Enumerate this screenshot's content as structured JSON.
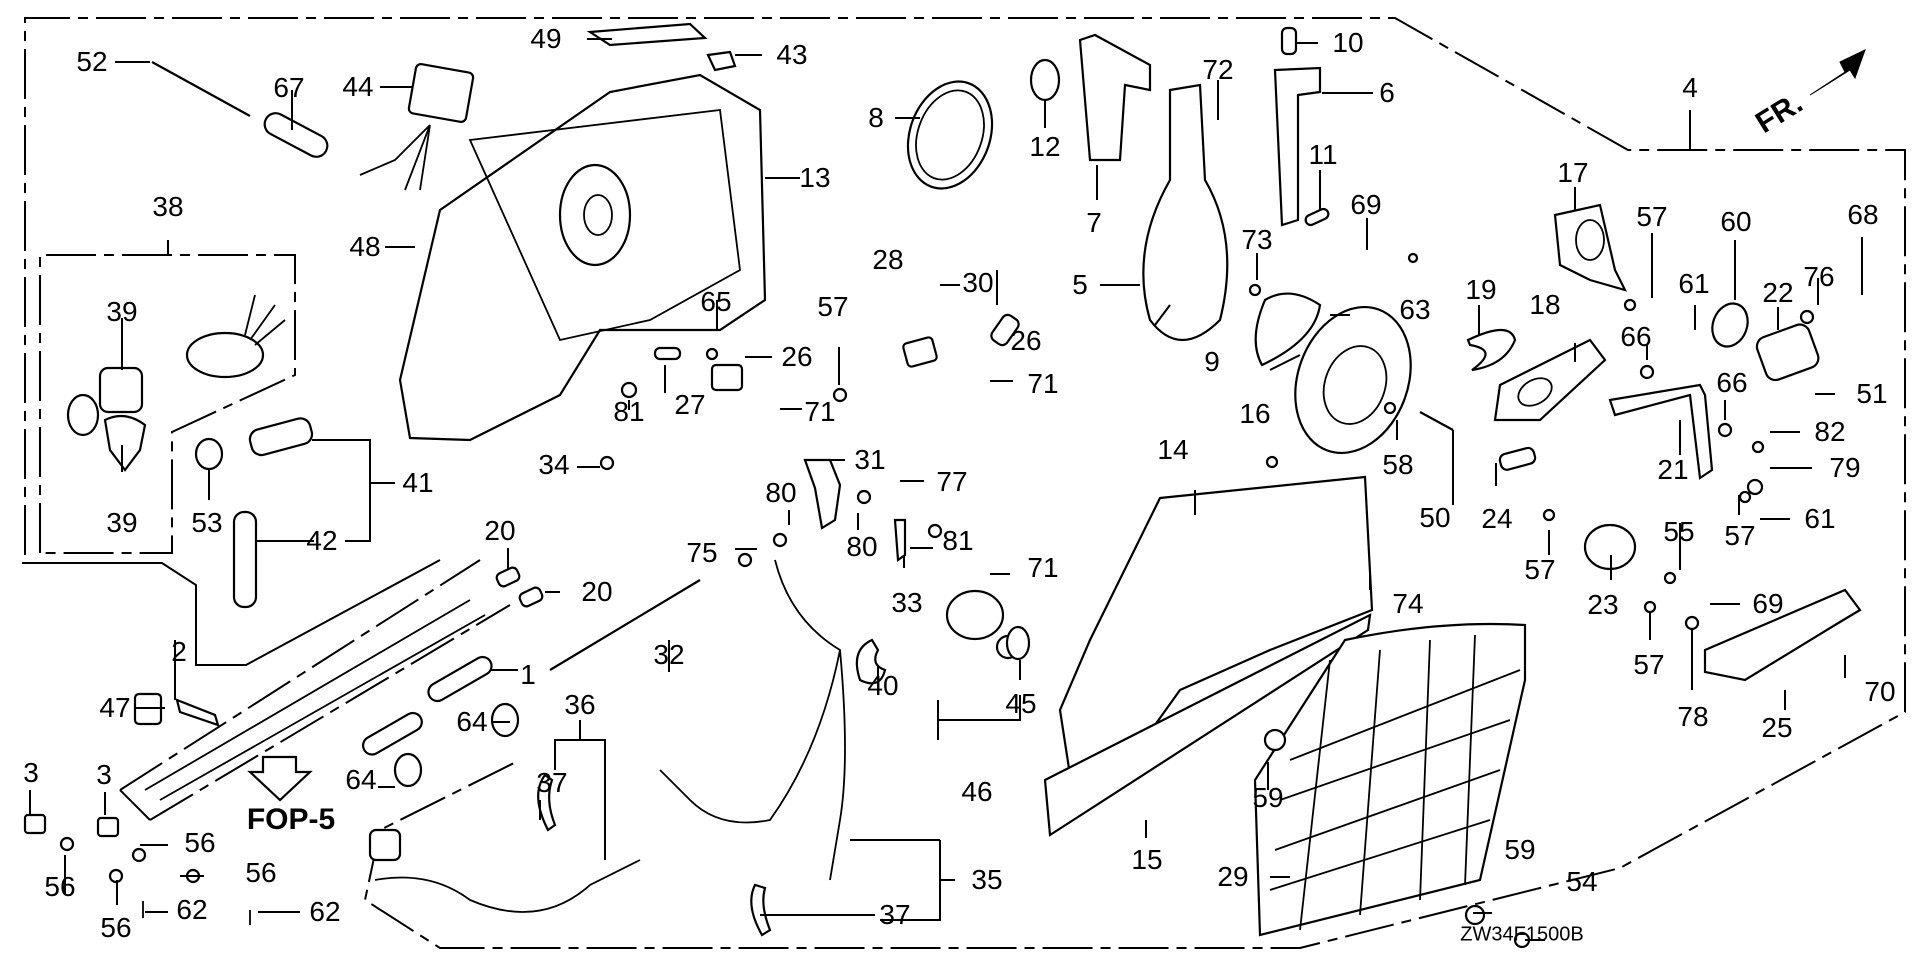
{
  "diagram": {
    "title_code": "ZW34F1500B",
    "reference": "FOP-5",
    "direction_marker": "FR.",
    "icons": {
      "reference_arrow": "down-outline-arrow-icon",
      "direction_arrow": "solid-arrow-icon"
    },
    "callouts": [
      {
        "id": "52",
        "label": "52"
      },
      {
        "id": "67",
        "label": "67"
      },
      {
        "id": "44",
        "label": "44"
      },
      {
        "id": "49",
        "label": "49"
      },
      {
        "id": "43",
        "label": "43"
      },
      {
        "id": "13",
        "label": "13"
      },
      {
        "id": "48",
        "label": "48"
      },
      {
        "id": "38",
        "label": "38"
      },
      {
        "id": "39a",
        "label": "39"
      },
      {
        "id": "39b",
        "label": "39"
      },
      {
        "id": "53",
        "label": "53"
      },
      {
        "id": "41",
        "label": "41"
      },
      {
        "id": "42",
        "label": "42"
      },
      {
        "id": "8",
        "label": "8"
      },
      {
        "id": "12",
        "label": "12"
      },
      {
        "id": "7",
        "label": "7"
      },
      {
        "id": "72",
        "label": "72"
      },
      {
        "id": "10",
        "label": "10"
      },
      {
        "id": "6",
        "label": "6"
      },
      {
        "id": "11",
        "label": "11"
      },
      {
        "id": "69a",
        "label": "69"
      },
      {
        "id": "5",
        "label": "5"
      },
      {
        "id": "73",
        "label": "73"
      },
      {
        "id": "4",
        "label": "4"
      },
      {
        "id": "17",
        "label": "17"
      },
      {
        "id": "57a",
        "label": "57"
      },
      {
        "id": "60",
        "label": "60"
      },
      {
        "id": "68",
        "label": "68"
      },
      {
        "id": "76",
        "label": "76"
      },
      {
        "id": "61a",
        "label": "61"
      },
      {
        "id": "22",
        "label": "22"
      },
      {
        "id": "19",
        "label": "19"
      },
      {
        "id": "18",
        "label": "18"
      },
      {
        "id": "66a",
        "label": "66"
      },
      {
        "id": "66b",
        "label": "66"
      },
      {
        "id": "51",
        "label": "51"
      },
      {
        "id": "82",
        "label": "82"
      },
      {
        "id": "79",
        "label": "79"
      },
      {
        "id": "21",
        "label": "21"
      },
      {
        "id": "61b",
        "label": "61"
      },
      {
        "id": "57b",
        "label": "57"
      },
      {
        "id": "24",
        "label": "24"
      },
      {
        "id": "57c",
        "label": "57"
      },
      {
        "id": "23",
        "label": "23"
      },
      {
        "id": "55",
        "label": "55"
      },
      {
        "id": "69b",
        "label": "69"
      },
      {
        "id": "57d",
        "label": "57"
      },
      {
        "id": "78",
        "label": "78"
      },
      {
        "id": "25",
        "label": "25"
      },
      {
        "id": "70",
        "label": "70"
      },
      {
        "id": "28",
        "label": "28"
      },
      {
        "id": "30",
        "label": "30"
      },
      {
        "id": "65",
        "label": "65"
      },
      {
        "id": "57e",
        "label": "57"
      },
      {
        "id": "26a",
        "label": "26"
      },
      {
        "id": "26b",
        "label": "26"
      },
      {
        "id": "27",
        "label": "27"
      },
      {
        "id": "81a",
        "label": "81"
      },
      {
        "id": "71a",
        "label": "71"
      },
      {
        "id": "71b",
        "label": "71"
      },
      {
        "id": "9",
        "label": "9"
      },
      {
        "id": "63",
        "label": "63"
      },
      {
        "id": "16",
        "label": "16"
      },
      {
        "id": "58",
        "label": "58"
      },
      {
        "id": "50",
        "label": "50"
      },
      {
        "id": "14",
        "label": "14"
      },
      {
        "id": "74",
        "label": "74"
      },
      {
        "id": "34",
        "label": "34"
      },
      {
        "id": "31",
        "label": "31"
      },
      {
        "id": "77",
        "label": "77"
      },
      {
        "id": "80a",
        "label": "80"
      },
      {
        "id": "80b",
        "label": "80"
      },
      {
        "id": "75",
        "label": "75"
      },
      {
        "id": "33",
        "label": "33"
      },
      {
        "id": "81b",
        "label": "81"
      },
      {
        "id": "71c",
        "label": "71"
      },
      {
        "id": "20a",
        "label": "20"
      },
      {
        "id": "20b",
        "label": "20"
      },
      {
        "id": "32",
        "label": "32"
      },
      {
        "id": "40",
        "label": "40"
      },
      {
        "id": "45",
        "label": "45"
      },
      {
        "id": "46",
        "label": "46"
      },
      {
        "id": "2",
        "label": "2"
      },
      {
        "id": "1",
        "label": "1"
      },
      {
        "id": "47",
        "label": "47"
      },
      {
        "id": "64a",
        "label": "64"
      },
      {
        "id": "64b",
        "label": "64"
      },
      {
        "id": "3a",
        "label": "3"
      },
      {
        "id": "3b",
        "label": "3"
      },
      {
        "id": "56a",
        "label": "56"
      },
      {
        "id": "56b",
        "label": "56"
      },
      {
        "id": "56c",
        "label": "56"
      },
      {
        "id": "56d",
        "label": "56"
      },
      {
        "id": "62a",
        "label": "62"
      },
      {
        "id": "62b",
        "label": "62"
      },
      {
        "id": "36",
        "label": "36"
      },
      {
        "id": "37a",
        "label": "37"
      },
      {
        "id": "37b",
        "label": "37"
      },
      {
        "id": "35",
        "label": "35"
      },
      {
        "id": "15",
        "label": "15"
      },
      {
        "id": "59a",
        "label": "59"
      },
      {
        "id": "59b",
        "label": "59"
      },
      {
        "id": "29",
        "label": "29"
      },
      {
        "id": "54",
        "label": "54"
      }
    ]
  }
}
